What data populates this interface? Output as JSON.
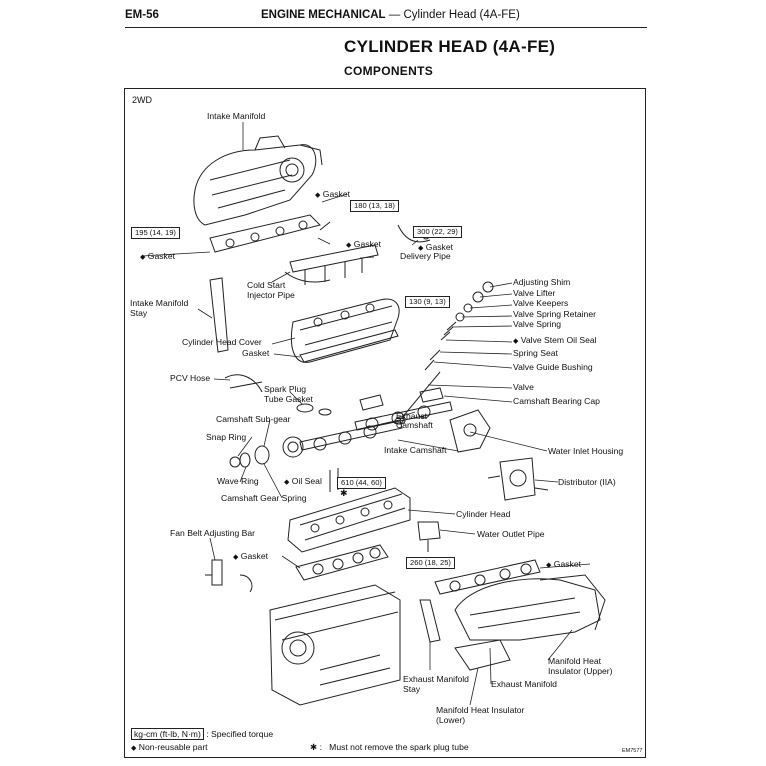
{
  "header": {
    "page": "EM-56",
    "section_bold": "ENGINE MECHANICAL",
    "section_rest": " — Cylinder Head (4A-FE)"
  },
  "title": "CYLINDER HEAD (4A-FE)",
  "subtitle": "COMPONENTS",
  "variant": "2WD",
  "diamond_symbol": "◆",
  "labels": {
    "intake_manifold": "Intake Manifold",
    "gasket_top": "Gasket",
    "gasket_mid": "Gasket",
    "gasket_right": "Gasket",
    "gasket_left": "Gasket",
    "delivery_pipe": "Delivery Pipe",
    "cold_start_1": "Cold Start",
    "cold_start_2": "Injector Pipe",
    "intake_stay_1": "Intake Manifold",
    "intake_stay_2": "Stay",
    "adjusting_shim": "Adjusting Shim",
    "valve_lifter": "Valve Lifter",
    "valve_keepers": "Valve Keepers",
    "valve_spring_retainer": "Valve Spring Retainer",
    "valve_spring": "Valve Spring",
    "valve_stem_oil_seal": "Valve Stem Oil Seal",
    "spring_seat": "Spring Seat",
    "valve_guide_bushing": "Valve Guide Bushing",
    "valve": "Valve",
    "camshaft_bearing_cap": "Camshaft Bearing Cap",
    "cyl_head_cover": "Cylinder Head Cover",
    "cover_gasket": "Gasket",
    "pcv_hose": "PCV Hose",
    "spark_plug_1": "Spark Plug",
    "spark_plug_2": "Tube Gasket",
    "camshaft_subgear": "Camshaft Sub-gear",
    "exhaust_camshaft_1": "Exhaust",
    "exhaust_camshaft_2": "Camshaft",
    "snap_ring": "Snap Ring",
    "intake_camshaft": "Intake Camshaft",
    "water_inlet_housing": "Water Inlet Housing",
    "wave_ring": "Wave Ring",
    "oil_seal": "Oil Seal",
    "distributor": "Distributor (IIA)",
    "camshaft_gear_spring": "Camshaft Gear Spring",
    "cylinder_head": "Cylinder Head",
    "fan_belt_bar": "Fan Belt Adjusting Bar",
    "water_outlet_pipe": "Water Outlet Pipe",
    "head_gasket": "Gasket",
    "exhaust_gasket": "Gasket",
    "manifold_heat_upper_1": "Manifold Heat",
    "manifold_heat_upper_2": "Insulator (Upper)",
    "exhaust_manifold_stay_1": "Exhaust Manifold",
    "exhaust_manifold_stay_2": "Stay",
    "exhaust_manifold": "Exhaust Manifold",
    "manifold_heat_lower_1": "Manifold Heat Insulator",
    "manifold_heat_lower_2": "(Lower)",
    "star": "✱"
  },
  "torques": {
    "t195": "195 (14, 19)",
    "t180": "180 (13, 18)",
    "t300": "300 (22, 29)",
    "t130": "130 (9, 13)",
    "t610": "610 (44, 60)",
    "t260": "260 (18, 25)"
  },
  "legend": {
    "torque_unit": "kg-cm (ft-lb, N·m)",
    "torque_text": ": Specified torque",
    "nonreusable": "Non-reusable part",
    "star_symbol": "✱ :",
    "star_text": "Must not remove the spark plug tube"
  },
  "figure_code": "EM7577"
}
